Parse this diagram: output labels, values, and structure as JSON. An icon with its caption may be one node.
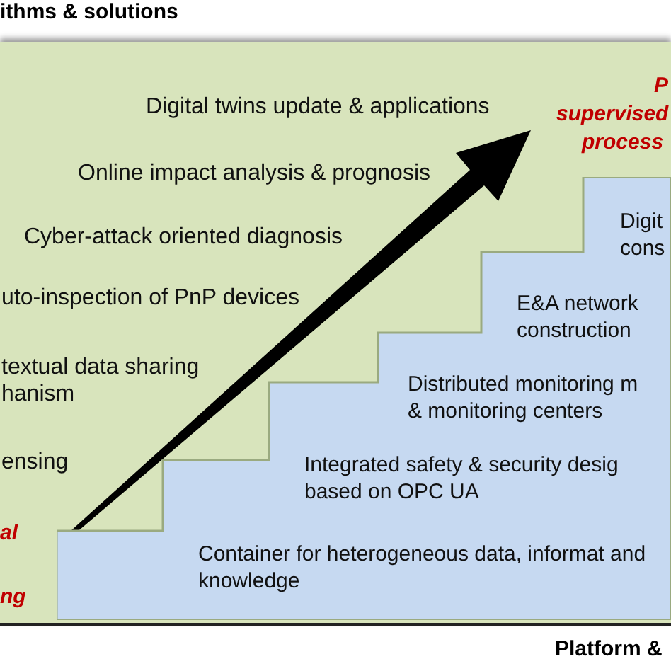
{
  "diagram": {
    "nodes": [
      {
        "text": [
          "Digital twins update & applications",
          "Online impact analysis & prognosis",
          "Cyber-attack oriented diagnosis",
          "uto-inspection of PnP devices",
          "textual data sharing hanism",
          "ensing"
        ]
      },
      {
        "text": [
          "Digit cons",
          "E&A network construction",
          "Distributed monitoring m & monitoring centers",
          "Integrated safety & security desig based on OPC UA",
          "Container for heterogeneous data, informat and knowledge"
        ],
        "in": 0
      }
    ],
    "edges": [],
    "labels": [
      "ithms & solutions",
      "P",
      "supervised",
      "process",
      "al",
      "ng",
      "Platform &"
    ]
  }
}
